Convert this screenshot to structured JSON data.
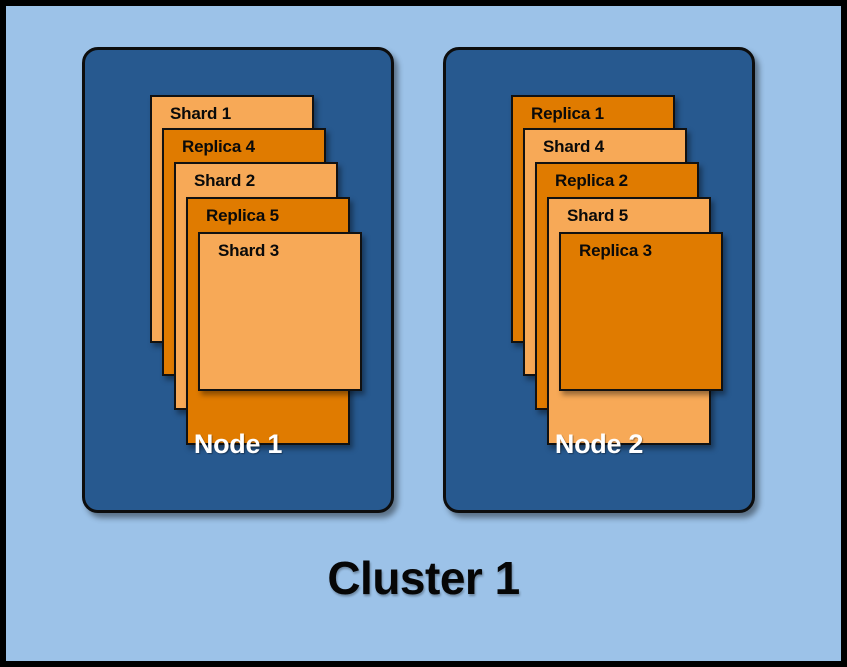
{
  "diagram": {
    "title": "Cluster 1",
    "frame_color": "#000000",
    "background_color": "#9cc2e8"
  },
  "palette": {
    "node_fill": "#27598f",
    "shard_light": "#f7a957",
    "replica_dark": "#e07b00",
    "outline": "#111111",
    "node_label_color": "#ffffff",
    "title_color": "#060606"
  },
  "nodes": [
    {
      "id": "node-1",
      "label": "Node 1",
      "cards": [
        {
          "label": "Shard 1",
          "kind": "shard",
          "tone": "light"
        },
        {
          "label": "Replica 4",
          "kind": "replica",
          "tone": "dark"
        },
        {
          "label": "Shard 2",
          "kind": "shard",
          "tone": "light"
        },
        {
          "label": "Replica 5",
          "kind": "replica",
          "tone": "dark"
        },
        {
          "label": "Shard 3",
          "kind": "shard",
          "tone": "light"
        }
      ]
    },
    {
      "id": "node-2",
      "label": "Node 2",
      "cards": [
        {
          "label": "Replica 1",
          "kind": "replica",
          "tone": "dark"
        },
        {
          "label": "Shard 4",
          "kind": "shard",
          "tone": "light"
        },
        {
          "label": "Replica 2",
          "kind": "replica",
          "tone": "dark"
        },
        {
          "label": "Shard 5",
          "kind": "shard",
          "tone": "light"
        },
        {
          "label": "Replica 3",
          "kind": "replica",
          "tone": "dark"
        }
      ]
    }
  ]
}
